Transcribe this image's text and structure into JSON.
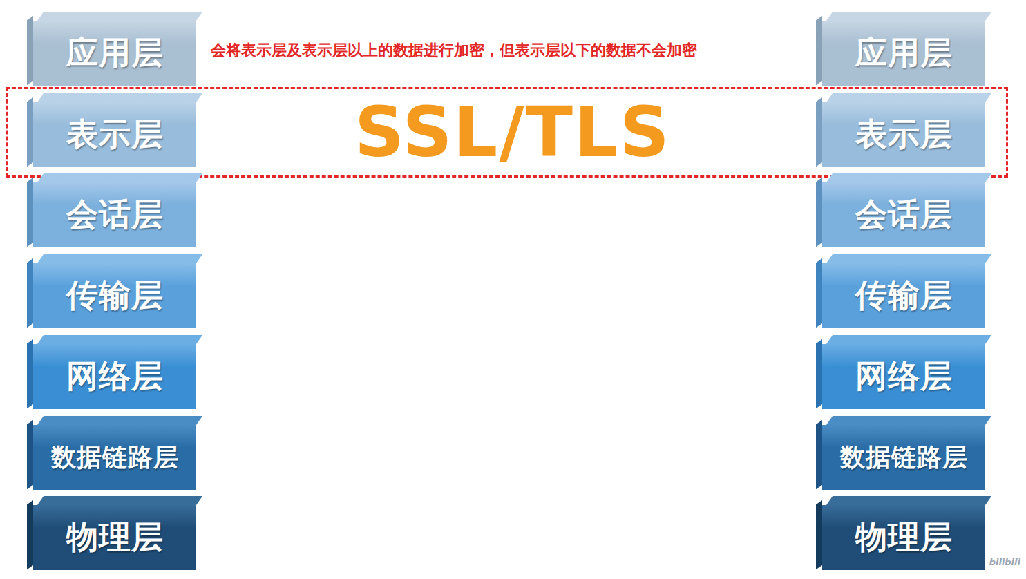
{
  "diagram": {
    "nodes": [
      {
        "text": [
          "应用层"
        ]
      },
      {
        "text": [
          "应用层"
        ]
      },
      {
        "text": [
          "SSL/TLS"
        ]
      },
      {
        "text": [
          "表示层"
        ],
        "in": 2
      },
      {
        "text": [
          "表示层"
        ],
        "in": 2
      },
      {
        "text": [
          "会话层"
        ]
      },
      {
        "text": [
          "会话层"
        ]
      },
      {
        "text": [
          "传输层"
        ]
      },
      {
        "text": [
          "传输层"
        ]
      },
      {
        "text": [
          "网络层"
        ]
      },
      {
        "text": [
          "网络层"
        ]
      },
      {
        "text": [
          "数据链路层"
        ]
      },
      {
        "text": [
          "数据链路层"
        ]
      },
      {
        "text": [
          "物理层"
        ]
      },
      {
        "text": [
          "物理层"
        ]
      }
    ],
    "labels": [
      "会将表示层及表示层以上的数据进行加密，但表示层以下的数据不会加密",
      "bilibili"
    ]
  }
}
